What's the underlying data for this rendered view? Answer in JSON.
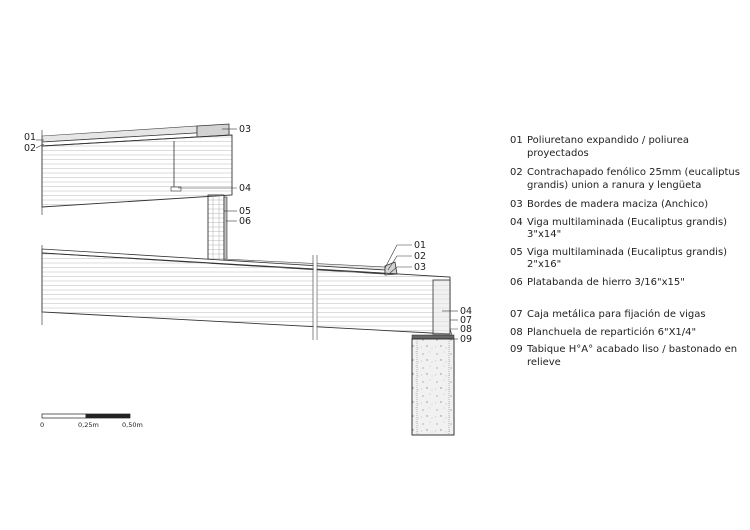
{
  "callouts_upper": [
    "01",
    "02",
    "03",
    "04",
    "05",
    "06"
  ],
  "callouts_mid": [
    "01",
    "02",
    "03"
  ],
  "callouts_lower": [
    "04",
    "07",
    "08",
    "09"
  ],
  "scale_bar": {
    "labels": [
      "0",
      "0,25m",
      "0,50m"
    ]
  },
  "legend_group1": [
    {
      "num": "01",
      "text": "Poliuretano expandido / poliurea proyectados"
    },
    {
      "num": "02",
      "text": "Contrachapado fenólico 25mm (eucaliptus grandis) union a ranura y lengüeta"
    },
    {
      "num": "03",
      "text": "Bordes de madera maciza (Anchico)"
    },
    {
      "num": "04",
      "text": "Viga multilaminada (Eucaliptus grandis) 3\"x14\""
    },
    {
      "num": "05",
      "text": "Viga multilaminada (Eucaliptus grandis) 2\"x16\""
    },
    {
      "num": "06",
      "text": "Platabanda de hierro 3/16\"x15\""
    }
  ],
  "legend_group2": [
    {
      "num": "07",
      "text": "Caja metálica para fijación de vigas"
    },
    {
      "num": "08",
      "text": "Planchuela de repartición 6\"X1/4\""
    },
    {
      "num": "09",
      "text": "Tabique H°A° acabado liso / bastonado en relieve"
    }
  ]
}
